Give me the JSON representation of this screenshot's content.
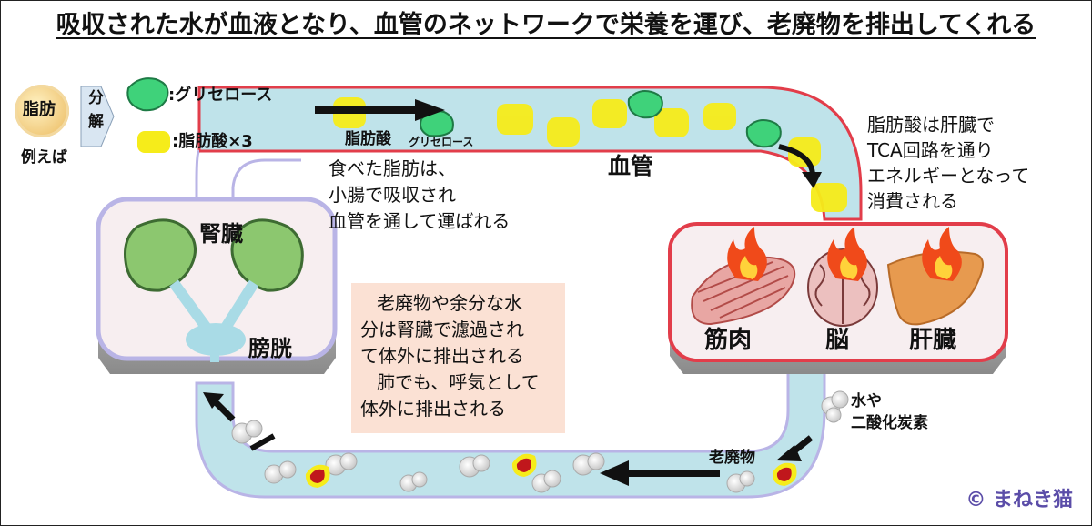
{
  "title": "吸収された水が血液となり、血管のネットワークで栄養を運び、老廃物を排出してくれる",
  "fat": {
    "label": "脂肪",
    "example": "例えば",
    "split_line1": "分",
    "split_line2": "解",
    "glycerol_legend": ":グリセロース",
    "fatty_acid_legend": ":脂肪酸×3"
  },
  "vessel": {
    "label": "血管",
    "fatty_acid_tag": "脂肪酸",
    "glycerol_tag": "グリセロース",
    "absorb_line1": "食べた脂肪は、",
    "absorb_line2": "小腸で吸収され",
    "absorb_line3": "血管を通して運ばれる"
  },
  "liver_note": {
    "line1": "脂肪酸は肝臓で",
    "line2": "TCA回路を通り",
    "line3": "エネルギーとなって",
    "line4": "消費される"
  },
  "kidney_box": {
    "kidney_label": "腎臓",
    "bladder_label": "膀胱"
  },
  "organs_box": {
    "muscle_label": "筋肉",
    "brain_label": "脳",
    "liver_label": "肝臓"
  },
  "waste_note": {
    "line1": "老廃物や余分な水",
    "line2": "分は腎臓で濾過され",
    "line3": "て体外に排出される",
    "line4": "肺でも、呼気として",
    "line5": "体外に排出される"
  },
  "co2_label_line1": "水や",
  "co2_label_line2": "二酸化炭素",
  "waste_label": "老廃物",
  "copyright": "© まねき猫",
  "colors": {
    "vessel_fill": "#bfe3ea",
    "vessel_stroke": "#e23d4a",
    "kidney_box_border": "#b9b4e6",
    "organs_box_border": "#e23d4a",
    "glycerol": "#3fd27a",
    "fatty_acid": "#f6ec1a",
    "kidney": "#8cc76f",
    "bladder": "#a9dbe6",
    "note_bg": "#fbe1d4"
  }
}
